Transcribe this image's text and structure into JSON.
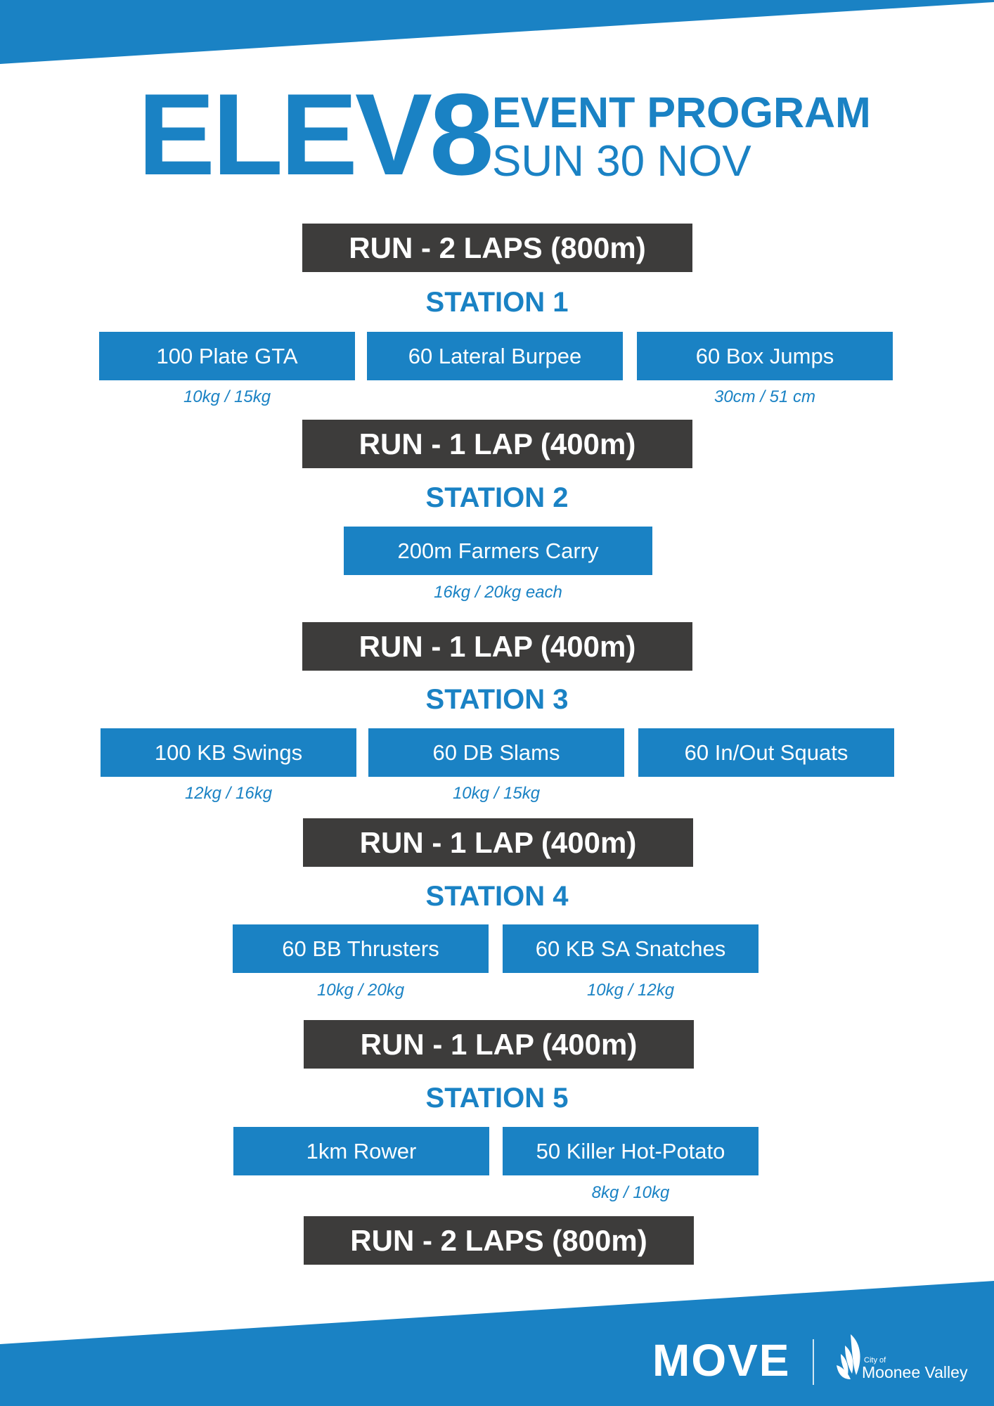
{
  "colors": {
    "brand_blue": "#1a82c4",
    "run_bar": "#3d3c3b",
    "text_on_dark": "#ffffff"
  },
  "header": {
    "brand": "ELEV8",
    "title": "EVENT PROGRAM",
    "date": "SUN 30 NOV"
  },
  "program": {
    "runs": [
      "RUN - 2 LAPS (800m)",
      "RUN - 1 LAP (400m)",
      "RUN - 1 LAP (400m)",
      "RUN - 1 LAP (400m)",
      "RUN - 1 LAP (400m)",
      "RUN - 2 LAPS (800m)"
    ],
    "stations": [
      {
        "title": "STATION 1",
        "exercises": [
          {
            "name": "100 Plate GTA",
            "weights": "10kg / 15kg"
          },
          {
            "name": "60 Lateral Burpee",
            "weights": ""
          },
          {
            "name": "60 Box Jumps",
            "weights": "30cm / 51 cm"
          }
        ]
      },
      {
        "title": "STATION 2",
        "exercises": [
          {
            "name": "200m Farmers Carry",
            "weights": "16kg / 20kg each"
          }
        ]
      },
      {
        "title": "STATION 3",
        "exercises": [
          {
            "name": "100 KB Swings",
            "weights": "12kg / 16kg"
          },
          {
            "name": "60 DB Slams",
            "weights": "10kg / 15kg"
          },
          {
            "name": "60 In/Out Squats",
            "weights": ""
          }
        ]
      },
      {
        "title": "STATION 4",
        "exercises": [
          {
            "name": "60 BB Thrusters",
            "weights": "10kg / 20kg"
          },
          {
            "name": "60 KB SA Snatches",
            "weights": "10kg / 12kg"
          }
        ]
      },
      {
        "title": "STATION 5",
        "exercises": [
          {
            "name": "1km Rower",
            "weights": ""
          },
          {
            "name": "50 Killer Hot-Potato",
            "weights": "8kg / 10kg"
          }
        ]
      }
    ]
  },
  "footer": {
    "move_logo": "MOVE",
    "council_prefix": "City of",
    "council_name": "Moonee Valley",
    "council_icon": "leaf-icon"
  }
}
